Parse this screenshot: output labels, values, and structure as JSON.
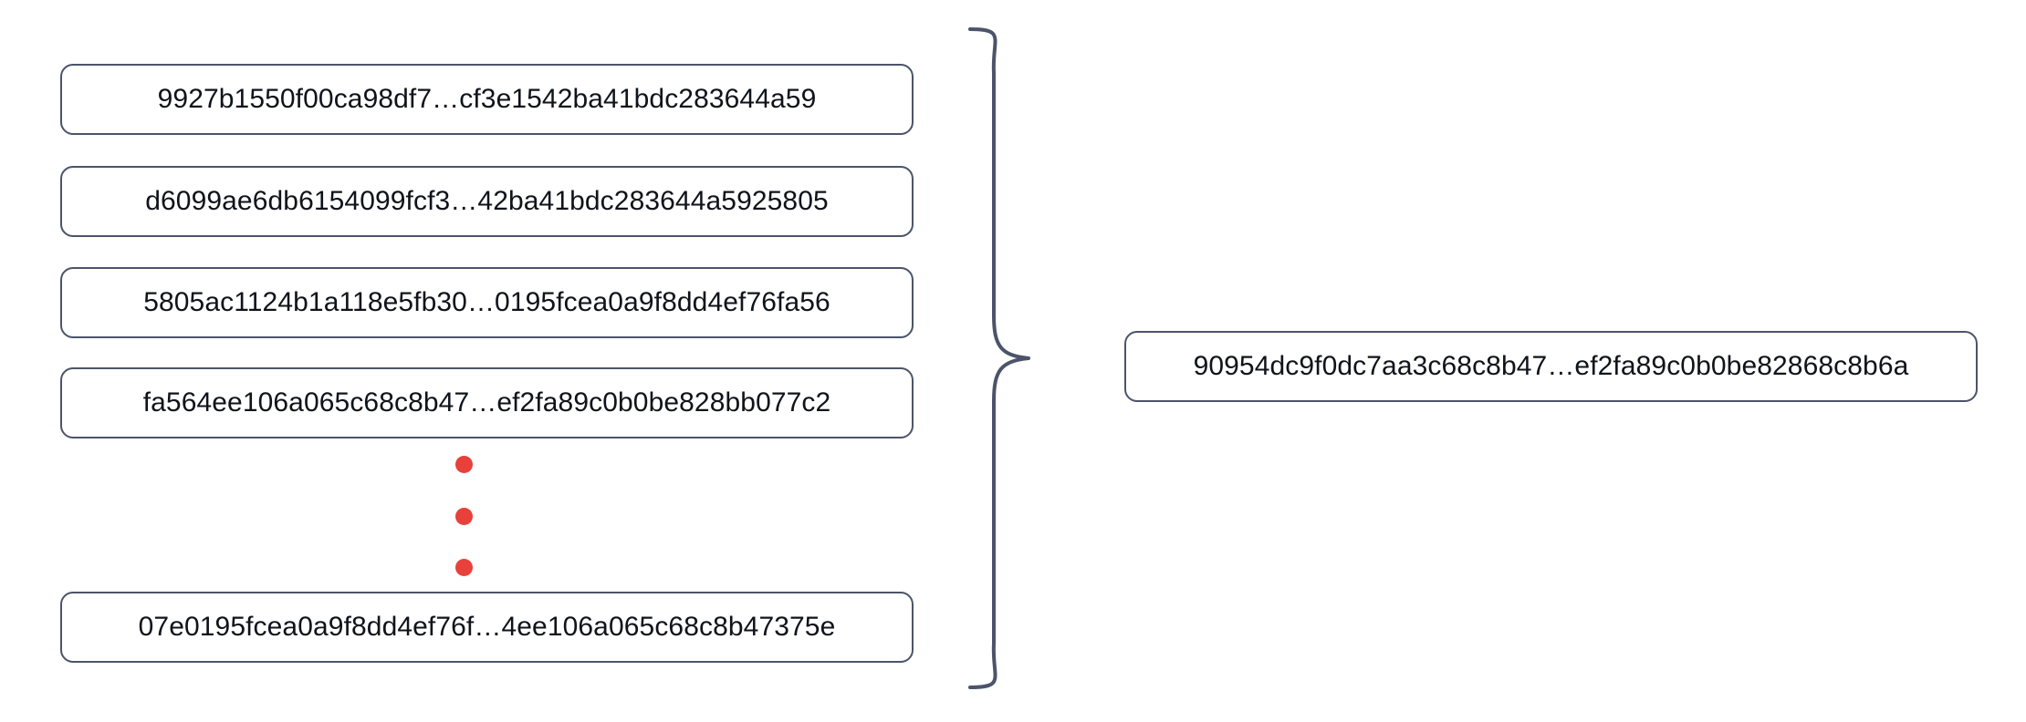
{
  "diagram": {
    "type": "hash-aggregation",
    "title": "",
    "colors": {
      "box_border": "#4b5469",
      "box_fill": "#ffffff",
      "text": "#10131a",
      "ellipsis_dot": "#e8403a",
      "brace_stroke": "#4b5469",
      "background": "#ffffff"
    },
    "inputs": {
      "label": "input-hash-list",
      "items": [
        {
          "text": "9927b1550f00ca98df7…cf3e1542ba41bdc283644a59"
        },
        {
          "text": "d6099ae6db6154099fcf3…42ba41bdc283644a5925805"
        },
        {
          "text": "5805ac1124b1a118e5fb30…0195fcea0a9f8dd4ef76fa56"
        },
        {
          "text": "fa564ee106a065c68c8b47…ef2fa89c0b0be828bb077c2"
        },
        {
          "text": "07e0195fcea0a9f8dd4ef76f…4ee106a065c68c8b47375e"
        }
      ],
      "ellipsis": {
        "name": "vertical-ellipsis",
        "dots": [
          "●",
          "●",
          "●"
        ]
      }
    },
    "connector": {
      "name": "curly-brace",
      "direction": "left-to-right"
    },
    "output": {
      "label": "aggregated-hash",
      "text": "90954dc9f0dc7aa3c68c8b47…ef2fa89c0b0be82868c8b6a"
    }
  }
}
